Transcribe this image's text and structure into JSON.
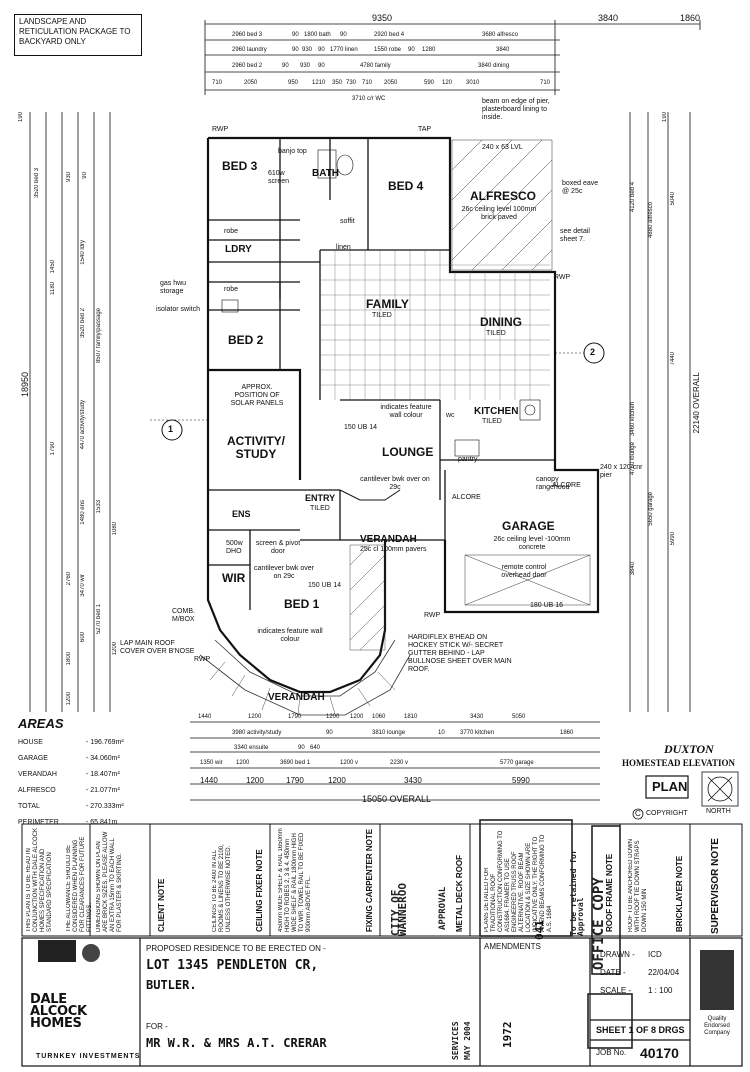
{
  "header": {
    "landscape_note": "LANDSCAPE AND RETICULATION PACKAGE TO BACKYARD ONLY"
  },
  "top_dims": {
    "overall": [
      "9350",
      "3840",
      "1860"
    ],
    "row1": [
      "2960 bed 3",
      "90",
      "1800 bath",
      "90",
      "2920 bed 4",
      "3680 alfresco"
    ],
    "row2": [
      "2960 laundry",
      "90",
      "930",
      "90",
      "1770 linen",
      "1550 robe",
      "90",
      "1280",
      "3840"
    ],
    "row3": [
      "2960 bed 2",
      "90",
      "930",
      "90",
      "4780 family",
      "3840 dining"
    ],
    "row4": [
      "710",
      "2050",
      "950",
      "1210",
      "350",
      "730",
      "710",
      "2050",
      "590",
      "120",
      "3010",
      "710"
    ],
    "wc": "3710 c/r WC"
  },
  "rooms": {
    "bed3": "BED 3",
    "bath": "BATH",
    "bed4": "BED 4",
    "alfresco": "ALFRESCO",
    "alfresco_sub": "26c ceiling level 100mm brick paved",
    "ldry": "LDRY",
    "family": "FAMILY",
    "family_sub": "TILED",
    "dining": "DINING",
    "dining_sub": "TILED",
    "bed2": "BED 2",
    "activity": "ACTIVITY/ STUDY",
    "lounge": "LOUNGE",
    "kitchen": "KITCHEN",
    "kitchen_sub": "TILED",
    "ens": "ENS",
    "entry": "ENTRY",
    "entry_sub": "TILED",
    "verandah": "VERANDAH",
    "verandah_sub": "25c cl 100mm pavers",
    "garage": "GARAGE",
    "garage_sub": "26c ceiling level -100mm concrete",
    "wir": "WIR",
    "bed1": "BED 1",
    "verandah2": "VERANDAH"
  },
  "labels": {
    "banjo_top": "banjo top",
    "screen": "610w screen",
    "soffit": "soffit",
    "gas_hwu": "gas hwu storage",
    "isolator": "isolator switch",
    "solar": "APPROX. POSITION OF SOLAR PANELS",
    "feature_wall": "indicates feature wall colour",
    "cantilever_lounge": "cantilever bwk over on 29c",
    "cantilever_bed1": "cantilever bwk over on 29c",
    "beam": "beam on edge of pier, plasterboard lining to inside.",
    "boxed_eave": "boxed eave @ 25c",
    "see_detail": "see detail sheet 7.",
    "canopy": "canopy rangehood",
    "alcore1": "ALCORE",
    "alcore2": "ALCORE",
    "remote": "remote control overhead door",
    "pier": "240 x 120 cnr pier",
    "hardiflex": "HARDIFLEX B'HEAD ON HOCKEY STICK W/- SECRET GUTTER BEHIND - LAP BULLNOSE SHEET OVER MAIN ROOF.",
    "lap_main": "LAP MAIN ROOF COVER OVER B'NOSE",
    "comb_box": "COMB. M/BOX",
    "pantry": "pantry",
    "screen_pivot": "screen & pivot door",
    "dho": "500w DHO",
    "ub14": "150 UB 14",
    "ub16": "180 UB 16",
    "lvl": "240 x 63 LVL",
    "rwp": "RWP",
    "tap": "TAP",
    "robe": "robe",
    "linen": "linen",
    "wc": "wc",
    "circle1": "1",
    "circle2": "2"
  },
  "left_dims": [
    "190",
    "3520 bed 3",
    "930",
    "90",
    "1540 ldry",
    "3520 bed 2",
    "8507 family/passage",
    "4470 activity/study",
    "1450",
    "1180",
    "1790",
    "1480 ens",
    "1533",
    "1080",
    "2760",
    "3470 wir",
    "5270 bed 1",
    "1200",
    "1800",
    "600",
    "1200"
  ],
  "left_overall": "18950",
  "right_dims": [
    "190",
    "4120 bed 4",
    "4880 alfresco",
    "5040",
    "7440",
    "3460 kitchen",
    "4760 lounge",
    "5650 garage",
    "5990",
    "3840",
    "22140 OVERALL"
  ],
  "bottom_dims": {
    "row1": [
      "1440",
      "1200",
      "1790",
      "1200",
      "1200",
      "1060",
      "1810",
      "3430",
      "5050"
    ],
    "row2": [
      "3980 activity/study",
      "90",
      "3810 lounge",
      "10",
      "3770 kitchen",
      "1860"
    ],
    "row3": [
      "3340 ensuite",
      "90",
      "640"
    ],
    "row4": [
      "1350 wir",
      "1200",
      "3690 bed 1",
      "1200 v",
      "2230 v",
      "5770 garage"
    ],
    "row5": [
      "1440",
      "1200",
      "1790",
      "1200",
      "3430",
      "5990"
    ],
    "overall": "15050 OVERALL"
  },
  "areas": {
    "title": "AREAS",
    "rows": [
      {
        "k": "HOUSE",
        "v": "- 196.769m²"
      },
      {
        "k": "GARAGE",
        "v": "- 34.060m²"
      },
      {
        "k": "VERANDAH",
        "v": "- 18.407m²"
      },
      {
        "k": "ALFRESCO",
        "v": "- 21.077m²"
      },
      {
        "k": "TOTAL",
        "v": "- 270.333m²"
      },
      {
        "k": "PERIMETER",
        "v": "- 65.841m"
      }
    ]
  },
  "elevation": {
    "name": "DUXTON",
    "style": "HOMESTEAD ELEVATION",
    "plan": "PLAN",
    "copyright": "COPYRIGHT",
    "north": "NORTH"
  },
  "notes": {
    "plan_note": "THIS PLAN IS TO BE READ IN CONJUNCTION WITH DALE ALCOCK HOMES SPECIFICATION AND STANDARD SPECIFICATION",
    "allowance": "THE ALLOWANCE SHOULD BE CONSIDERED WHEN PLANNING FOR CLEARANCES FOR FUTURE FITTINGS.",
    "client_title": "CLIENT NOTE",
    "client": "DIMENSIONS SHOWN ON PLAN ARE BRICK SIZES. PLEASE ALLOW AN EXTRA 15mm TO EACH WALL FOR PLASTER & SKIRTING.",
    "ceiling_title": "CEILING FIXER NOTE",
    "ceiling": "CEILINGS TO BE 2400 IN ALL ROOMS & LINENS TO BE 2100, UNLESS OTHERWISE NOTED.",
    "fixing_title": "FIXING CARPENTER NOTE",
    "fixing": "450mm WIDE SHELF & RAIL 1650mm HIGH TO ROBES 2, 3 & 4. 450mm WIDE SHELF & RAIL 1800mm HIGH TO WIR. TOWEL RAIL TO BE FIXED 900mm ABOVE FFL.",
    "metal_title": "METAL DECK ROOF",
    "roof_frame_title": "ROOF FRAME NOTE",
    "roof_frame": "PLANS DETAILED FOR TRADITIONAL ROOF CONSTRUCTION CONFORMING TO AS1684. FRAMER TO USE ENGINEERED TRUSS ROOF ALTERNATIVE. ROOF BEAM LOCATION & SIZE SHOWN ARE INDICATIVE ONLY. THE RIGHT TO AMEND BEAMS CONFORMING TO A.S. 1684",
    "bricklayer_title": "BRICKLAYER NOTE",
    "bricklayer": "ROOF TO BE ANCHORED DOWN WITH ROOF TIE DOWN STRAPS DOWN 150 MIN",
    "supervisor_title": "SUPERVISOR NOTE"
  },
  "stamps": {
    "city": "CITY OF WANNEROO",
    "approval": "APPROVAL",
    "services": "SERVICES",
    "office": "OFFICE COPY",
    "retained": "To be retained for Approval",
    "hand1": "041",
    "hand2": "1972",
    "date": "MAY 2004"
  },
  "titleblock": {
    "brand1": "DALE",
    "brand2": "ALCOCK",
    "brand3": "HOMES",
    "brand_sub": "TURNKEY INVESTMENTS",
    "proposed": "PROPOSED RESIDENCE TO BE ERECTED ON -",
    "lot": "LOT 1345 PENDLETON CR,",
    "suburb": "BUTLER.",
    "for": "FOR -",
    "client": "MR W.R. & MRS A.T. CRERAR",
    "amendments": "AMENDMENTS",
    "drawn_k": "DRAWN -",
    "drawn_v": "ICD",
    "date_k": "DATE -",
    "date_v": "22/04/04",
    "scale_k": "SCALE -",
    "scale_v": "1 : 100",
    "sheet": "SHEET 1 OF 8 DRGS",
    "job_k": "JOB No.",
    "job_v": "40170",
    "endorsed": "Quality Endorsed Company"
  }
}
